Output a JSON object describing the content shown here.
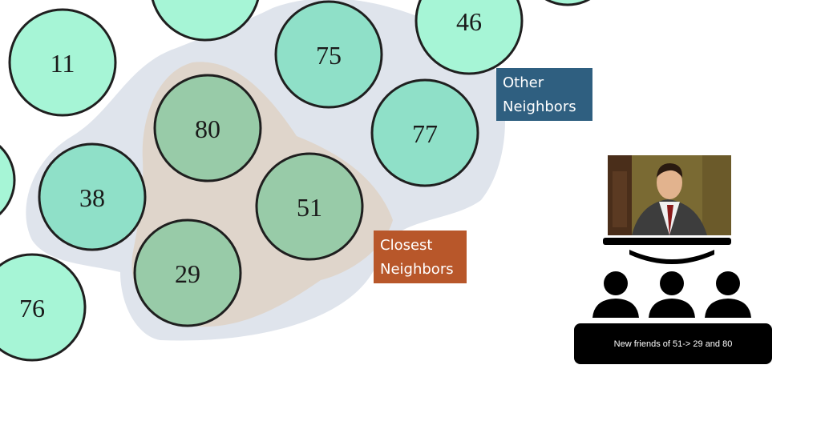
{
  "diagram": {
    "nodes": [
      "11",
      "75",
      "46",
      "80",
      "77",
      "38",
      "51",
      "29",
      "76"
    ],
    "labels": {
      "other": [
        "Other",
        "Neighbors"
      ],
      "closest": [
        "Closest",
        "Neighbors"
      ]
    },
    "colors": {
      "node_light": "#a6f5d6",
      "node_medium": "#8fe0c8",
      "node_closest": "#98cba8",
      "other_region": "#dfe4ec",
      "closest_region": "#dfd5cb",
      "other_tag": "#2f5f80",
      "closest_tag": "#b8572a"
    }
  },
  "illustration": {
    "icon": "audience-watching-screen-icon",
    "caption": "New friends of 51-> 29 and 80"
  }
}
